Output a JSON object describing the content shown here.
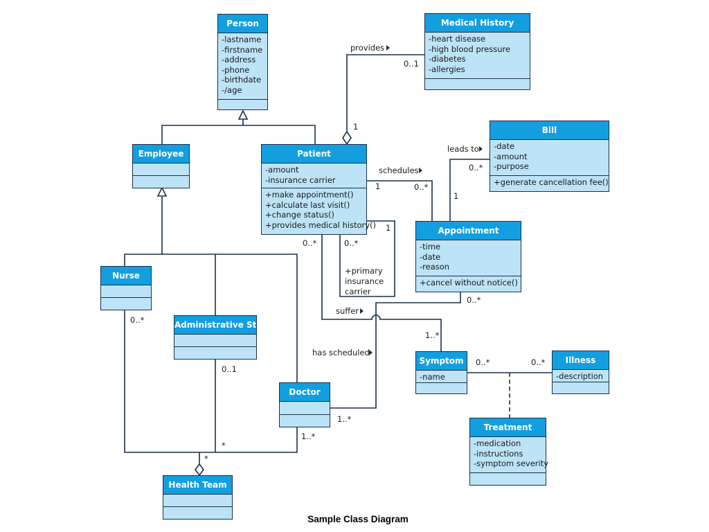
{
  "caption": "Sample Class Diagram",
  "classes": {
    "person": {
      "name": "Person",
      "attributes": [
        "-lastname",
        "-firstname",
        "-address",
        "-phone",
        "-birthdate",
        "-/age"
      ],
      "operations": []
    },
    "medical_history": {
      "name": "Medical History",
      "attributes": [
        "-heart disease",
        "-high blood pressure",
        "-diabetes",
        "-allergies"
      ],
      "operations": []
    },
    "bill": {
      "name": "Bill",
      "attributes": [
        "-date",
        "-amount",
        "-purpose"
      ],
      "operations": [
        "+generate cancellation fee()"
      ]
    },
    "employee": {
      "name": "Employee",
      "attributes": [],
      "operations": []
    },
    "patient": {
      "name": "Patient",
      "attributes": [
        "-amount",
        "-insurance carrier"
      ],
      "operations": [
        "+make appointment()",
        "+calculate last visit()",
        "+change status()",
        "+provides medical history()"
      ]
    },
    "appointment": {
      "name": "Appointment",
      "attributes": [
        "-time",
        "-date",
        "-reason"
      ],
      "operations": [
        "+cancel without notice()"
      ]
    },
    "nurse": {
      "name": "Nurse",
      "attributes": [],
      "operations": []
    },
    "admin_staff": {
      "name": "Administrative Staff",
      "attributes": [],
      "operations": []
    },
    "doctor": {
      "name": "Doctor",
      "attributes": [],
      "operations": []
    },
    "symptom": {
      "name": "Symptom",
      "attributes": [
        "-name"
      ],
      "operations": []
    },
    "illness": {
      "name": "Illness",
      "attributes": [
        "-description"
      ],
      "operations": []
    },
    "treatment": {
      "name": "Treatment",
      "attributes": [
        "-medication",
        "-instructions",
        "-symptom severity"
      ],
      "operations": []
    },
    "health_team": {
      "name": "Health Team",
      "attributes": [],
      "operations": []
    }
  },
  "associations": {
    "provides": "provides",
    "schedules": "schedules",
    "leads_to": "leads to",
    "suffer": "suffer",
    "has_scheduled": "has scheduled",
    "primary_insurance_carrier": [
      "+primary",
      "insurance",
      "carrier"
    ]
  },
  "multiplicities": {
    "medhist_provides": "0..1",
    "patient_provides": "1",
    "bill_leads_to": "0..*",
    "appt_leads_to": "1",
    "patient_schedules": "1",
    "appt_schedules": "0..*",
    "self_one": "1",
    "self_many": "0..*",
    "patient_suffer": "0..*",
    "appt_has_scheduled": "0..*",
    "symptom_suffer": "1..*",
    "symptom_illness": "0..*",
    "illness_symptom": "0..*",
    "nurse_team": "0..*",
    "admin_team": "0..1",
    "doctor_appt": "1..*",
    "doctor_team": "1..*",
    "team_admin": "*",
    "team_main": "*"
  }
}
